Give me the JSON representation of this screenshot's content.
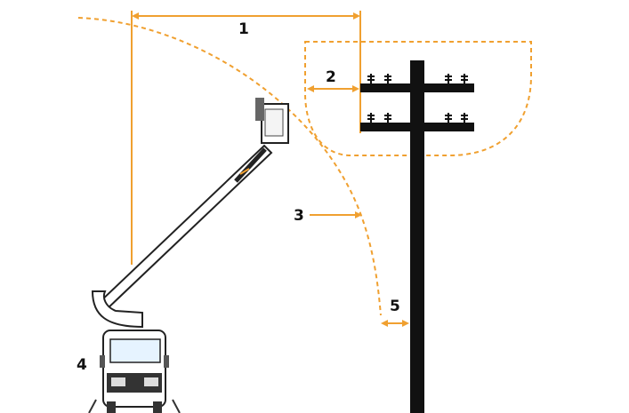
{
  "labels": {
    "horizontal_reach": "1",
    "line_clearance": "2",
    "reach_envelope": "3",
    "truck": "4",
    "pole_clearance": "5"
  },
  "colors": {
    "dimension_orange": "#f0a030",
    "pole_black": "#111111",
    "background": "#ffffff"
  },
  "icons": {
    "truck": "bucket-truck-icon",
    "pole": "utility-pole-icon",
    "insulator": "insulator-icon"
  }
}
